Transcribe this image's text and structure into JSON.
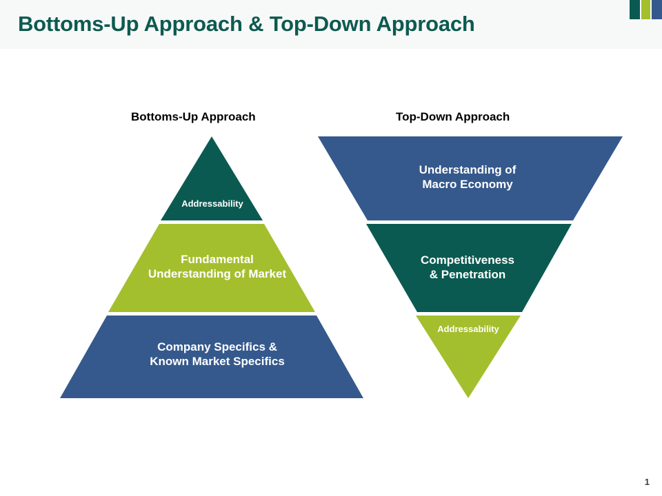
{
  "slide": {
    "title": "Bottoms-Up Approach & Top-Down Approach",
    "page_number": "1",
    "background_color": "#ffffff",
    "header_background_color": "#f7f8f8",
    "title_color": "#0d5a50"
  },
  "decoration": {
    "bars": [
      {
        "name": "teal-bar",
        "color": "#0b5a51"
      },
      {
        "name": "green-bar",
        "color": "#a3bf2e"
      },
      {
        "name": "blue-bar",
        "color": "#35598c"
      }
    ]
  },
  "columns": {
    "left_heading": "Bottoms-Up Approach",
    "right_heading": "Top-Down Approach"
  },
  "chart_data": {
    "type": "pyramid",
    "title": "Bottoms-Up Approach & Top-Down Approach",
    "pyramids": [
      {
        "name": "bottoms-up-pyramid",
        "orientation": "upright",
        "heading": "Bottoms-Up Approach",
        "levels": [
          {
            "label": "Addressability",
            "color": "#0b5a51",
            "level": 1,
            "position": "top"
          },
          {
            "label": "Fundamental\nUnderstanding of Market",
            "color": "#a3bf2e",
            "level": 2,
            "position": "middle"
          },
          {
            "label": "Company Specifics &\nKnown Market Specifics",
            "color": "#35598c",
            "level": 3,
            "position": "bottom"
          }
        ]
      },
      {
        "name": "top-down-pyramid",
        "orientation": "inverted",
        "heading": "Top-Down Approach",
        "levels": [
          {
            "label": "Understanding of\nMacro Economy",
            "color": "#35598c",
            "level": 1,
            "position": "top"
          },
          {
            "label": "Competitiveness\n& Penetration",
            "color": "#0b5a51",
            "level": 2,
            "position": "middle"
          },
          {
            "label": "Addressability",
            "color": "#a3bf2e",
            "level": 3,
            "position": "bottom"
          }
        ]
      }
    ]
  }
}
